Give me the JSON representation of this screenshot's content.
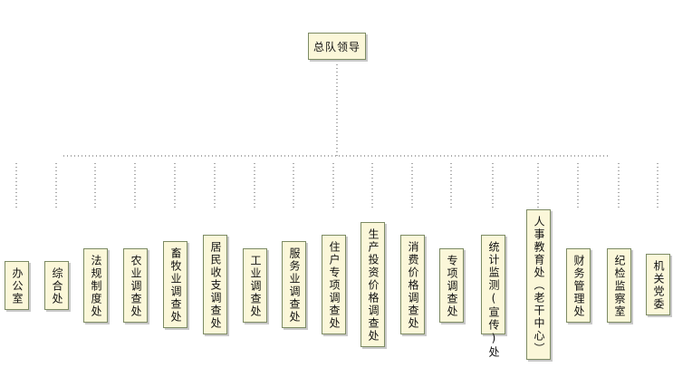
{
  "root": {
    "label": "总队领导"
  },
  "departments": [
    {
      "label": "办公室"
    },
    {
      "label": "综合处"
    },
    {
      "label": "法规制度处"
    },
    {
      "label": "农业调查处"
    },
    {
      "label": "畜牧业调查处"
    },
    {
      "label": "居民收支调查处"
    },
    {
      "label": "工业调查处"
    },
    {
      "label": "服务业调查处"
    },
    {
      "label": "住户专项调查处"
    },
    {
      "label": "生产投资价格调查处"
    },
    {
      "label": "消费价格调查处"
    },
    {
      "label": "专项调查处"
    },
    {
      "label": "统计监测(宣传)处"
    },
    {
      "label": "人事教育处（老干中心）"
    },
    {
      "label": "财务管理处"
    },
    {
      "label": "纪检监察室"
    },
    {
      "label": "机关党委"
    }
  ],
  "colors": {
    "box_fill": "#fbf7d9",
    "box_border": "#7c8a63",
    "connector": "#555555"
  }
}
